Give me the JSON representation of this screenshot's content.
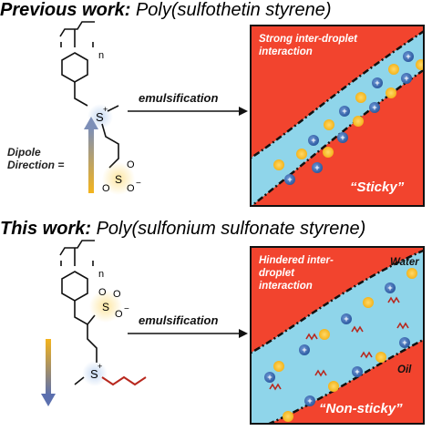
{
  "top": {
    "heading_bold": "Previous work:",
    "heading_normal": " Poly(sulfothetin styrene)",
    "arrow_label": "emulsification",
    "dipole_label_1": "Dipole",
    "dipole_label_2": "Direction =",
    "panel_text_1": "Strong inter-droplet",
    "panel_text_2": "interaction",
    "panel_quote": "“Sticky”"
  },
  "bottom": {
    "heading_bold": "This work:",
    "heading_normal": " Poly(sulfonium sulfonate styrene)",
    "arrow_label": "emulsification",
    "panel_text_1": "Hindered inter-",
    "panel_text_2": "droplet",
    "panel_text_3": "interaction",
    "water_label": "Water",
    "oil_label": "Oil",
    "panel_quote": "“Non-sticky”"
  },
  "structure_labels": {
    "repeat_n": "n",
    "sulfur": "S",
    "plus": "+",
    "minus": "−",
    "oxygen": "O"
  },
  "colors": {
    "oil_red": "#f2442e",
    "water_blue": "#8fd5ea",
    "anion_yellow": "#f4b41c",
    "cation_blue": "#3d6fb8",
    "tail_red": "#b8281e"
  }
}
